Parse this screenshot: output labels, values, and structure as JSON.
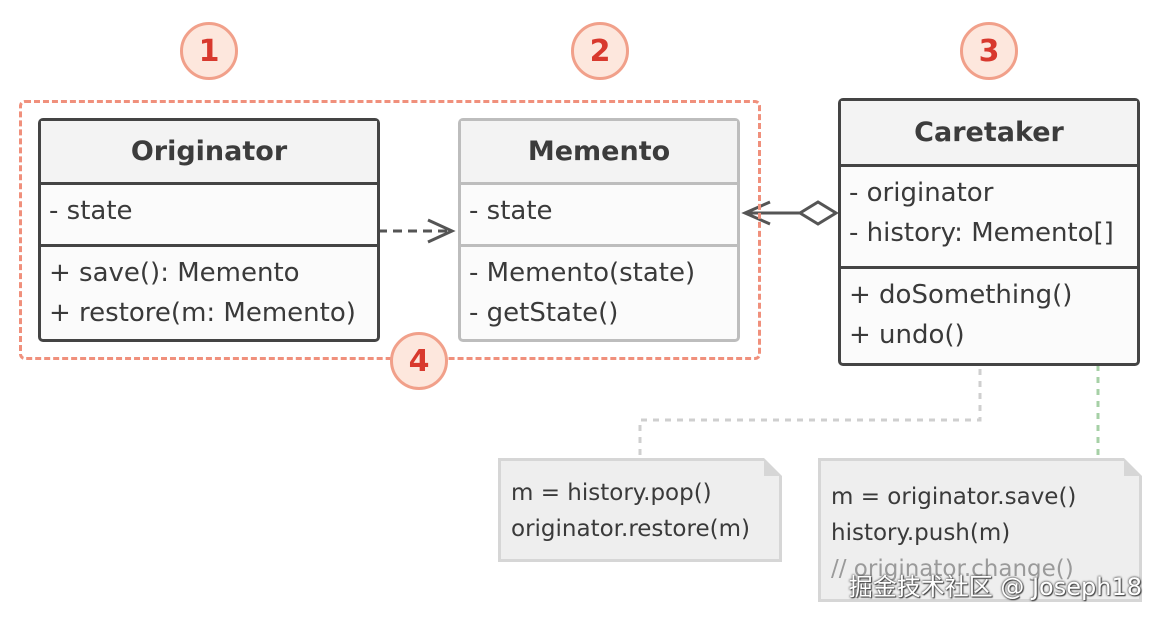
{
  "badges": [
    "1",
    "2",
    "3",
    "4"
  ],
  "classes": {
    "originator": {
      "name": "Originator",
      "fields": [
        "- state"
      ],
      "methods": [
        "+ save(): Memento",
        "+ restore(m: Memento)"
      ]
    },
    "memento": {
      "name": "Memento",
      "fields": [
        "- state"
      ],
      "methods": [
        "- Memento(state)",
        "- getState()"
      ]
    },
    "caretaker": {
      "name": "Caretaker",
      "fields": [
        "- originator",
        "- history: Memento[]"
      ],
      "methods": [
        "+ doSomething()",
        "+ undo()"
      ]
    }
  },
  "notes": {
    "undo": [
      "m = history.pop()",
      "originator.restore(m)"
    ],
    "do_something": [
      "m = originator.save()",
      "history.push(m)",
      "// originator.change()"
    ]
  },
  "watermark": "掘金技术社区 @ Joseph18",
  "colors": {
    "accent": "#d8392e",
    "badge_fill": "#fde7dd",
    "group_border": "#f0907c",
    "box_border": "#444444",
    "note_fill": "#eeeeee",
    "undo_link": "#cfcfcf",
    "do_link": "#a6d0a6"
  }
}
